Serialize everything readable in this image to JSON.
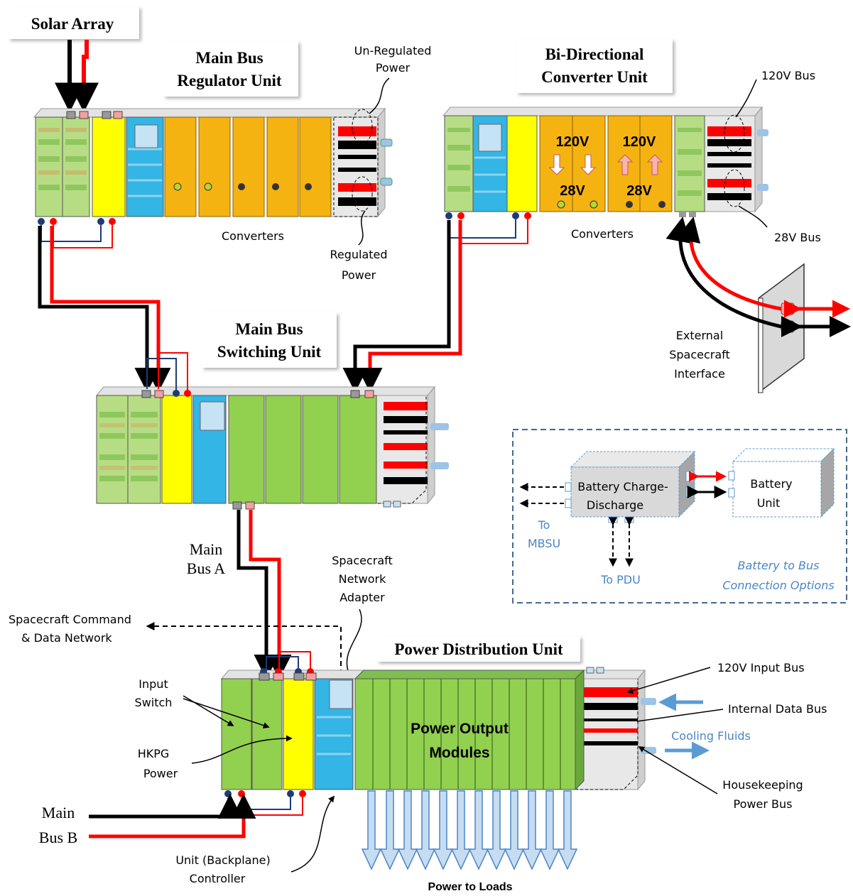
{
  "units": {
    "solar_array": "Solar Array",
    "mbru_line1": "Main Bus",
    "mbru_line2": "Regulator Unit",
    "bdcu_line1": "Bi-Directional",
    "bdcu_line2": "Converter Unit",
    "mbsu_line1": "Main Bus",
    "mbsu_line2": "Switching Unit",
    "pdu": "Power Distribution Unit"
  },
  "labels": {
    "unregulated_line1": "Un-Regulated",
    "unregulated_line2": "Power",
    "regulated_line1": "Regulated",
    "regulated_line2": "Power",
    "converters_left": "Converters",
    "converters_right": "Converters",
    "bus_120v": "120V Bus",
    "bus_28v": "28V Bus",
    "conv_120v_a": "120V",
    "conv_28v_a": "28V",
    "conv_120v_b": "120V",
    "conv_28v_b": "28V",
    "ext_line1": "External",
    "ext_line2": "Spacecraft",
    "ext_line3": "Interface",
    "main_bus_a_line1": "Main",
    "main_bus_a_line2": "Bus A",
    "main_bus_b_line1": "Main",
    "main_bus_b_line2": "Bus B",
    "sna_line1": "Spacecraft",
    "sna_line2": "Network",
    "sna_line3": "Adapter",
    "cmd_line1": "Spacecraft Command",
    "cmd_line2": "& Data Network",
    "input_switch_line1": "Input",
    "input_switch_line2": "Switch",
    "hkpg_line1": "HKPG",
    "hkpg_line2": "Power",
    "pom_line1": "Power Output",
    "pom_line2": "Modules",
    "input_bus_120v": "120V Input Bus",
    "internal_data_bus": "Internal Data Bus",
    "cooling_fluids": "Cooling Fluids",
    "hk_line1": "Housekeeping",
    "hk_line2": "Power Bus",
    "ctrl_line1": "Unit (Backplane)",
    "ctrl_line2": "Controller",
    "power_to_loads": "Power to Loads"
  },
  "battery_inset": {
    "bcd_line1": "Battery Charge-",
    "bcd_line2": "Discharge",
    "battery_line1": "Battery",
    "battery_line2": "Unit",
    "to_line1": "To",
    "to_line2": "MBSU",
    "to_pdu": "To PDU",
    "caption_line1": "Battery to Bus",
    "caption_line2": "Connection Options"
  },
  "colors": {
    "module_green": "#92d050",
    "module_green_light": "#b7dd84",
    "module_yellow": "#ffff00",
    "module_blue": "#33b5e5",
    "module_orange": "#f5b312",
    "power_red": "#ff0000",
    "power_black": "#000000",
    "data_navy": "#1f3b73",
    "chassis_gray": "#d9d9d9",
    "accent_blue": "#4a86c8"
  }
}
